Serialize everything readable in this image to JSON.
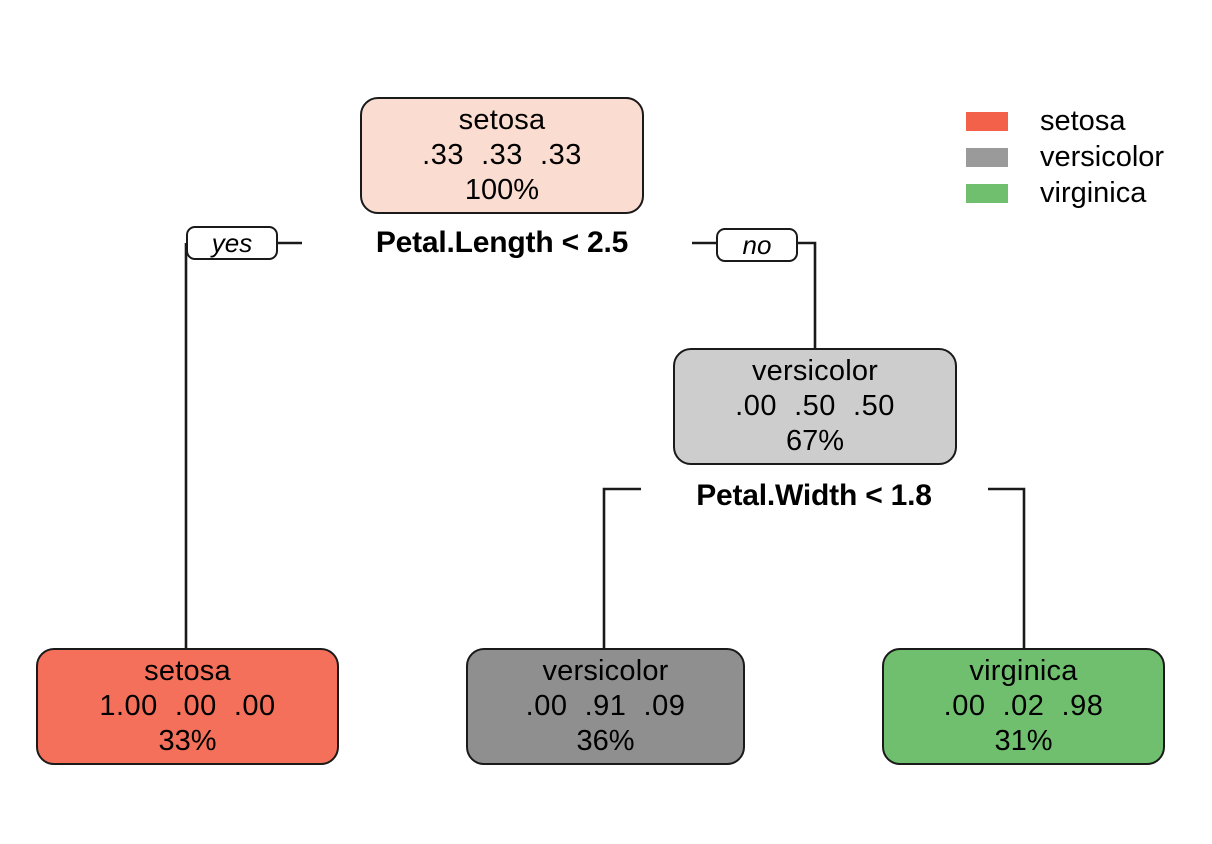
{
  "chart_data": {
    "type": "diagram",
    "subtype": "decision-tree",
    "title": "",
    "nodes": [
      {
        "id": "root",
        "role": "root",
        "predicted_class": "setosa",
        "probabilities": ".33  .33  .33",
        "percent": "100%",
        "fill": "#fadcd0",
        "split": "Petal.Length < 2.5"
      },
      {
        "id": "versicolor-internal",
        "role": "internal",
        "predicted_class": "versicolor",
        "probabilities": ".00  .50  .50",
        "percent": "67%",
        "fill": "#cdcdcd",
        "split": "Petal.Width < 1.8"
      },
      {
        "id": "leaf-setosa",
        "role": "leaf",
        "predicted_class": "setosa",
        "probabilities": "1.00  .00  .00",
        "percent": "33%",
        "fill": "#f4705a"
      },
      {
        "id": "leaf-versicolor",
        "role": "leaf",
        "predicted_class": "versicolor",
        "probabilities": ".00  .91  .09",
        "percent": "36%",
        "fill": "#8f8f8f"
      },
      {
        "id": "leaf-virginica",
        "role": "leaf",
        "predicted_class": "virginica",
        "probabilities": ".00  .02  .98",
        "percent": "31%",
        "fill": "#6fbf6f"
      }
    ],
    "branch_labels": {
      "yes": "yes",
      "no": "no"
    },
    "legend": {
      "position": "top-right",
      "entries": [
        {
          "label": "setosa",
          "color": "#f4614a"
        },
        {
          "label": "versicolor",
          "color": "#9a9a9a"
        },
        {
          "label": "virginica",
          "color": "#6fbf6f"
        }
      ]
    },
    "edge_color": "#1a1a1a"
  }
}
